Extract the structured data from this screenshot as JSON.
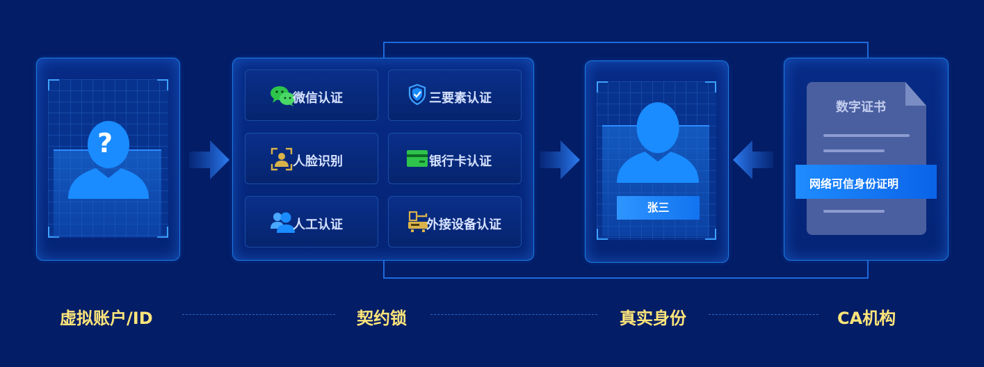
{
  "sections": {
    "virtual": {
      "label": "虚拟账户/ID",
      "avatar_mark": "?"
    },
    "lock": {
      "label": "契约锁"
    },
    "real": {
      "label": "真实身份",
      "name": "张三"
    },
    "ca": {
      "label": "CA机构"
    }
  },
  "methods": [
    {
      "label": "微信认证",
      "icon": "wechat-icon"
    },
    {
      "label": "三要素认证",
      "icon": "shield-check-icon"
    },
    {
      "label": "人脸识别",
      "icon": "face-scan-icon"
    },
    {
      "label": "银行卡认证",
      "icon": "bank-card-icon"
    },
    {
      "label": "人工认证",
      "icon": "people-icon"
    },
    {
      "label": "外接设备认证",
      "icon": "device-icon"
    }
  ],
  "certificate": {
    "title": "数字证书",
    "badge": "网络可信身份证明"
  },
  "colors": {
    "background": "#031d66",
    "panel_border": "#1e7ce6",
    "avatar_blue": "#1a8cff",
    "label_yellow": "#ffe57a",
    "wechat_green": "#2ec34b",
    "icon_gold": "#d9b34a"
  }
}
